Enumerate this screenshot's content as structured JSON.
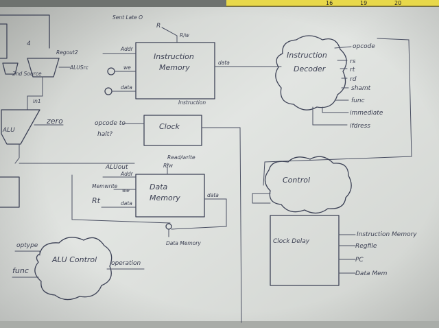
{
  "ruler": {
    "numbers": [
      "16",
      "19",
      "20"
    ]
  },
  "alu_area": {
    "mux_left_label": "2nd Source",
    "mux_left_input": "4",
    "mux_right_label": "Regout2",
    "mux_right_signal": "ALUSrc",
    "alu_label": "ALU",
    "alu_in": "in1",
    "zero_label": "zero"
  },
  "instruction_memory": {
    "title_line1": "Instruction",
    "title_line2": "Memory",
    "annotation_top": "Sent Late O",
    "rw_label": "R/w",
    "rw_value": "R",
    "addr": "Addr",
    "we": "we",
    "data_in": "data",
    "data_out": "data",
    "bottom_label": "Instruction"
  },
  "instruction_decoder": {
    "title_line1": "Instruction",
    "title_line2": "Decoder",
    "outputs": [
      "opcode",
      "rs",
      "rt",
      "rd",
      "shamt",
      "func",
      "immediate",
      "ifdress"
    ]
  },
  "clock": {
    "title": "Clock",
    "input_label_line1": "opcode to",
    "input_label_line2": "halt?"
  },
  "data_memory": {
    "title_line1": "Data",
    "title_line2": "Memory",
    "top_annotation": "Read/write",
    "alu_out": "ALUout",
    "addr": "Addr",
    "rw": "R/w",
    "memwrite": "Memwrite",
    "we": "we",
    "rt": "Rt",
    "data_in": "data",
    "data_out": "data",
    "bottom_label": "Data Memory"
  },
  "control": {
    "title": "Control"
  },
  "clock_delay": {
    "title": "Clock Delay",
    "outputs": [
      "Instruction Memory",
      "Regfile",
      "PC",
      "Data Mem"
    ]
  },
  "alu_control": {
    "title": "ALU Control",
    "input_optype": "optype",
    "input_func": "func",
    "output": "operation"
  }
}
